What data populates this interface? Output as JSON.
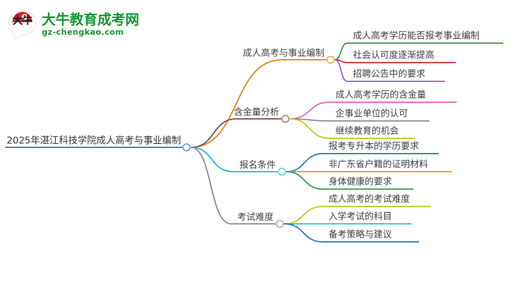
{
  "logo": {
    "mark_text": "大牛",
    "title": "大牛教育成考网",
    "subtitle": "gz-chengkao.com",
    "brand_color": "#17962f",
    "mark_accent_color": "#d9262b",
    "mark_name": "daniu-bubble-logo"
  },
  "mindmap": {
    "root": {
      "label": "2025年湛江科技学院成人高考与事业编制",
      "underline_color": "#2f6fa8",
      "dot_color": "#2f6fa8"
    },
    "branches": [
      {
        "label": "成人高考与事业编制",
        "color": "#e8820c",
        "dot_color": "#e8820c",
        "children": [
          {
            "label": "成人高考学历能否报考事业编制",
            "color": "#3f9142"
          },
          {
            "label": "社会认可度逐渐提高",
            "color": "#e02828"
          },
          {
            "label": "招聘公告中的要求",
            "color": "#9b59c9"
          }
        ]
      },
      {
        "label": "含金量分析",
        "color": "#7b4a3a",
        "dot_color": "#7b4a3a",
        "children": [
          {
            "label": "成人高考学历的含金量",
            "color": "#e060b0"
          },
          {
            "label": "企事业单位的认可",
            "color": "#8c8c8c"
          },
          {
            "label": "继续教育的机会",
            "color": "#c3c70f"
          }
        ]
      },
      {
        "label": "报名条件",
        "color": "#18bcd4",
        "dot_color": "#18bcd4",
        "children": [
          {
            "label": "报考专升本的学历要求",
            "color": "#1f6fc4"
          },
          {
            "label": "非广东省户籍的证明材料",
            "color": "#f08a24"
          },
          {
            "label": "身体健康的要求",
            "color": "#2f9e44"
          }
        ]
      },
      {
        "label": "考试难度",
        "color": "#8a8a8a",
        "dot_color": "#8a8a8a",
        "children": [
          {
            "label": "成人高考的考试难度",
            "color": "#c3c70f"
          },
          {
            "label": "入学考试的科目",
            "color": "#35b8d8"
          },
          {
            "label": "备考策略与建议",
            "color": "#1f6fc4"
          }
        ]
      }
    ]
  }
}
